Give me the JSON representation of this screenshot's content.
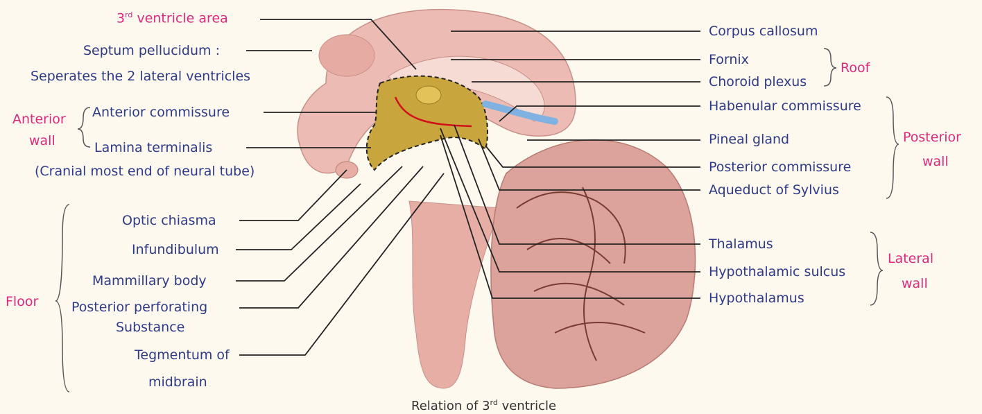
{
  "title": {
    "main": "Relation of 3",
    "sup": "rd",
    "rest": " ventricle"
  },
  "left": {
    "third_ventricle": {
      "pre": "3",
      "sup": "rd",
      "rest": " ventricle area"
    },
    "septum": "Septum pellucidum :",
    "septum_desc": "Seperates the 2 lateral ventricles",
    "anterior_group": "Anterior",
    "anterior_group2": "wall",
    "anterior_commissure": "Anterior commissure",
    "lamina_terminalis": "Lamina terminalis",
    "cranial_note": "(Cranial most end of neural tube)",
    "floor_group": "Floor",
    "optic_chiasma": "Optic chiasma",
    "infundibulum": "Infundibulum",
    "mammillary_body": "Mammillary body",
    "post_perf_1": "Posterior perforating",
    "post_perf_2": "Substance",
    "tegmentum_1": "Tegmentum of",
    "tegmentum_2": "midbrain"
  },
  "right": {
    "corpus_callosum": "Corpus callosum",
    "fornix": "Fornix",
    "choroid_plexus": "Choroid plexus",
    "roof_group": "Roof",
    "habenular": "Habenular commissure",
    "pineal": "Pineal gland",
    "posterior_commissure": "Posterior commissure",
    "aqueduct": "Aqueduct of Sylvius",
    "posterior_group": "Posterior",
    "posterior_group2": "wall",
    "thalamus": "Thalamus",
    "hypothalamic_sulcus": "Hypothalamic sulcus",
    "hypothalamus": "Hypothalamus",
    "lateral_group": "Lateral",
    "lateral_group2": "wall"
  },
  "colors": {
    "background": "#fdf9ef",
    "label_text": "#2e3a86",
    "group_text": "#e0287a",
    "ventricle_fill": "#c9a53e",
    "brain_tissue": "#e8b4ac",
    "cerebellum": "#d9948c",
    "vessel": "#7fb2e0",
    "sulcus_line": "#d0101a"
  }
}
